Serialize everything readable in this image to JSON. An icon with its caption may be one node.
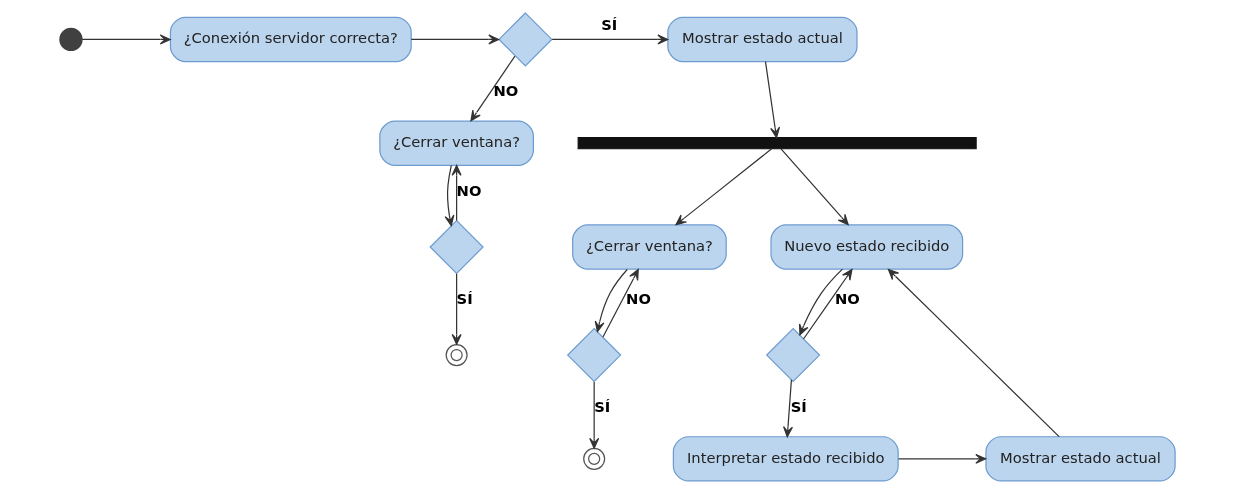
{
  "diagram": {
    "nodes": [
      {
        "text": [],
        "shape": "circle"
      },
      {
        "text": [
          "¿Conexión servidor correcta?"
        ]
      },
      {
        "text": [],
        "shape": "diamond"
      },
      {
        "text": [
          "Mostrar estado actual"
        ]
      },
      {
        "text": [],
        "shape": "bar"
      },
      {
        "text": [
          "¿Cerrar ventana?"
        ]
      },
      {
        "text": [],
        "shape": "diamond"
      },
      {
        "text": [],
        "shape": "bullseye"
      },
      {
        "text": [
          "¿Cerrar ventana?"
        ]
      },
      {
        "text": [],
        "shape": "diamond"
      },
      {
        "text": [],
        "shape": "bullseye"
      },
      {
        "text": [
          "Nuevo estado recibido"
        ]
      },
      {
        "text": [],
        "shape": "diamond"
      },
      {
        "text": [
          "Interpretar estado recibido"
        ]
      },
      {
        "text": [
          "Mostrar estado actual"
        ]
      }
    ],
    "edges": [
      {
        "from": 0,
        "to": 1,
        "arrow": "to"
      },
      {
        "from": 1,
        "to": 2,
        "arrow": "to"
      },
      {
        "from": 2,
        "to": 3,
        "arrow": "to",
        "label": "SÍ"
      },
      {
        "from": 2,
        "to": 5,
        "arrow": "to",
        "label": "NO"
      },
      {
        "from": 3,
        "to": 4,
        "arrow": "to"
      },
      {
        "from": 4,
        "to": 8,
        "arrow": "to"
      },
      {
        "from": 4,
        "to": 11,
        "arrow": "to"
      },
      {
        "from": 5,
        "to": 6,
        "arrow": "to"
      },
      {
        "from": 6,
        "to": 5,
        "arrow": "to",
        "label": "NO"
      },
      {
        "from": 6,
        "to": 7,
        "arrow": "to",
        "label": "SÍ"
      },
      {
        "from": 8,
        "to": 9,
        "arrow": "to"
      },
      {
        "from": 9,
        "to": 8,
        "arrow": "to",
        "label": "NO"
      },
      {
        "from": 9,
        "to": 10,
        "arrow": "to",
        "label": "SÍ"
      },
      {
        "from": 11,
        "to": 12,
        "arrow": "to"
      },
      {
        "from": 12,
        "to": 11,
        "arrow": "to",
        "label": "NO"
      },
      {
        "from": 12,
        "to": 13,
        "arrow": "to",
        "label": "SÍ"
      },
      {
        "from": 13,
        "to": 14,
        "arrow": "to"
      },
      {
        "from": 14,
        "to": 11,
        "arrow": "to"
      }
    ]
  }
}
